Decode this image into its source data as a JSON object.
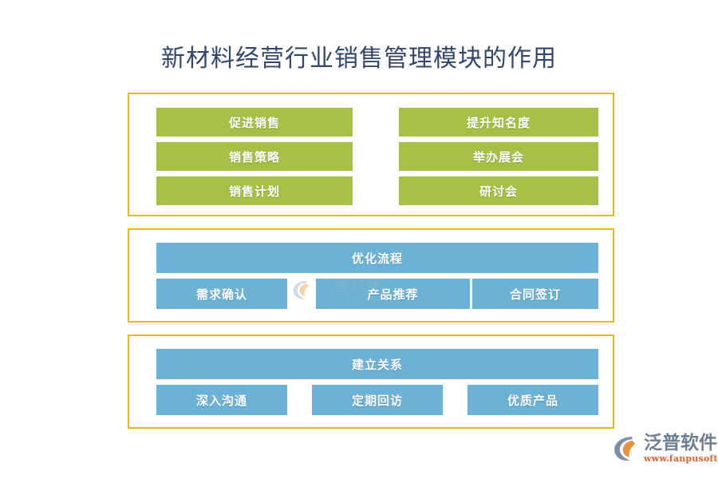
{
  "page": {
    "title": "新材料经营行业销售管理模块的作用",
    "background_color": "#ffffff",
    "title_color": "#30486e"
  },
  "theme": {
    "panel_border_color": "#efba08",
    "green": "#a6bf45",
    "blue": "#6bb2d6",
    "chip_text_color": "#ffffff"
  },
  "panels": [
    {
      "id": "panel-1",
      "name": "sales-promotion-panel",
      "columns": [
        {
          "name": "left-column",
          "items": [
            {
              "label": "促进销售",
              "color": "green"
            },
            {
              "label": "销售策略",
              "color": "green"
            },
            {
              "label": "销售计划",
              "color": "green"
            }
          ]
        },
        {
          "name": "right-column",
          "items": [
            {
              "label": "提升知名度",
              "color": "green"
            },
            {
              "label": "举办展会",
              "color": "green"
            },
            {
              "label": "研讨会",
              "color": "green"
            }
          ]
        }
      ]
    },
    {
      "id": "panel-2",
      "name": "process-optimization-panel",
      "header": {
        "label": "优化流程",
        "color": "blue"
      },
      "items": [
        {
          "label": "需求确认",
          "color": "blue"
        },
        {
          "label": "产品推荐",
          "color": "blue"
        },
        {
          "label": "合同签订",
          "color": "blue"
        }
      ]
    },
    {
      "id": "panel-3",
      "name": "relationship-building-panel",
      "header": {
        "label": "建立关系",
        "color": "blue"
      },
      "items": [
        {
          "label": "深入沟通",
          "color": "blue"
        },
        {
          "label": "定期回访",
          "color": "blue"
        },
        {
          "label": "优质产品",
          "color": "blue"
        }
      ]
    }
  ],
  "watermark": {
    "cn": "泛普软件",
    "en": "FANPU SOFTWARE"
  },
  "brand": {
    "cn": "泛普软件",
    "url": "www.fanpusoft.com",
    "mark_arc_color": "#7d8fa6",
    "mark_leaf_color": "#e8913a"
  }
}
